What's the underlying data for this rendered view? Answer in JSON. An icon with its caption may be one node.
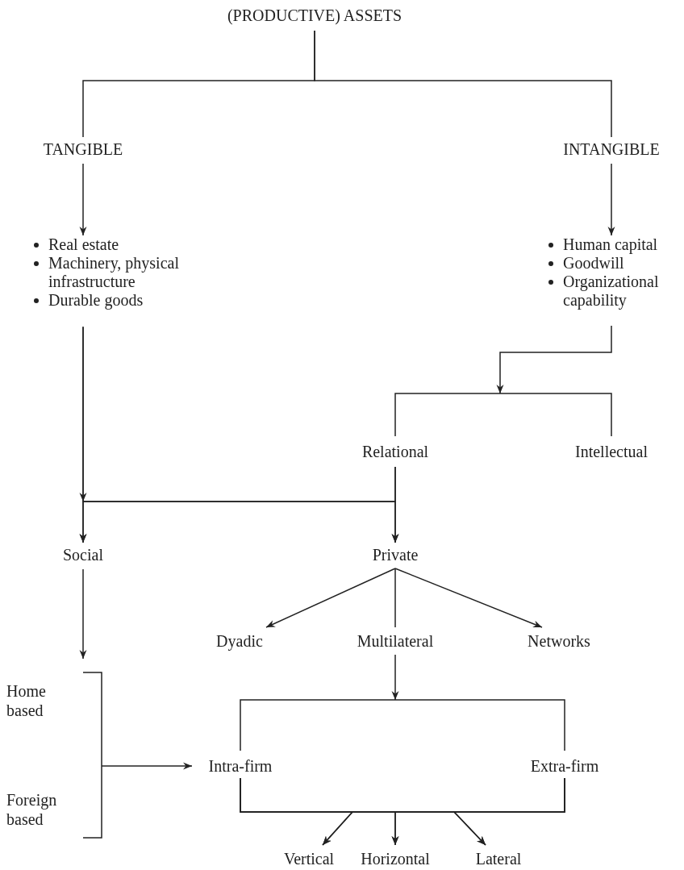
{
  "diagram": {
    "nodes": [
      {
        "text": [
          "(PRODUCTIVE) ASSETS"
        ]
      },
      {
        "text": [
          "TANGIBLE"
        ]
      },
      {
        "text": [
          "INTANGIBLE"
        ]
      },
      {
        "text": [
          "Real estate",
          "Machinery, physical infrastructure",
          "Durable goods"
        ]
      },
      {
        "text": [
          "Human capital",
          "Goodwill",
          "Organizational capability"
        ]
      },
      {
        "text": [
          "Relational"
        ]
      },
      {
        "text": [
          "Intellectual"
        ]
      },
      {
        "text": [
          "Social"
        ]
      },
      {
        "text": [
          "Private"
        ]
      },
      {
        "text": [
          "Dyadic"
        ]
      },
      {
        "text": [
          "Multilateral"
        ]
      },
      {
        "text": [
          "Networks"
        ]
      },
      {
        "text": [
          "Intra-firm"
        ]
      },
      {
        "text": [
          "Extra-firm"
        ]
      },
      {
        "text": [
          "Vertical"
        ]
      },
      {
        "text": [
          "Horizontal"
        ]
      },
      {
        "text": [
          "Lateral"
        ]
      },
      {
        "text": [],
        "shape": "bracket"
      }
    ],
    "edges": [
      {
        "from": 0,
        "to": 1,
        "arrow": "none"
      },
      {
        "from": 0,
        "to": 2,
        "arrow": "none"
      },
      {
        "from": 1,
        "to": 3,
        "arrow": "to"
      },
      {
        "from": 2,
        "to": 4,
        "arrow": "to"
      },
      {
        "from": 4,
        "to": null,
        "arrow": "to"
      },
      {
        "from": null,
        "to": 5,
        "arrow": "none"
      },
      {
        "from": null,
        "to": 6,
        "arrow": "none"
      },
      {
        "from": 3,
        "to": 7,
        "arrow": "to"
      },
      {
        "from": 3,
        "to": 8,
        "arrow": "to"
      },
      {
        "from": 5,
        "to": 7,
        "arrow": "to"
      },
      {
        "from": 5,
        "to": 8,
        "arrow": "to"
      },
      {
        "from": 7,
        "to": 17,
        "arrow": "to"
      },
      {
        "from": 8,
        "to": 9,
        "arrow": "to"
      },
      {
        "from": 8,
        "to": 10,
        "arrow": "none"
      },
      {
        "from": 8,
        "to": 11,
        "arrow": "to"
      },
      {
        "from": 10,
        "to": null,
        "arrow": "to"
      },
      {
        "from": null,
        "to": 12,
        "arrow": "none"
      },
      {
        "from": null,
        "to": 13,
        "arrow": "none"
      },
      {
        "from": 17,
        "to": 12,
        "arrow": "to"
      },
      {
        "from": 12,
        "to": 14,
        "arrow": "to"
      },
      {
        "from": 12,
        "to": 15,
        "arrow": "to"
      },
      {
        "from": 12,
        "to": 16,
        "arrow": "to"
      },
      {
        "from": 13,
        "to": 14,
        "arrow": "to"
      },
      {
        "from": 13,
        "to": 15,
        "arrow": "to"
      },
      {
        "from": 13,
        "to": 16,
        "arrow": "to"
      }
    ],
    "labels": [
      "Home based",
      "Foreign based"
    ]
  }
}
